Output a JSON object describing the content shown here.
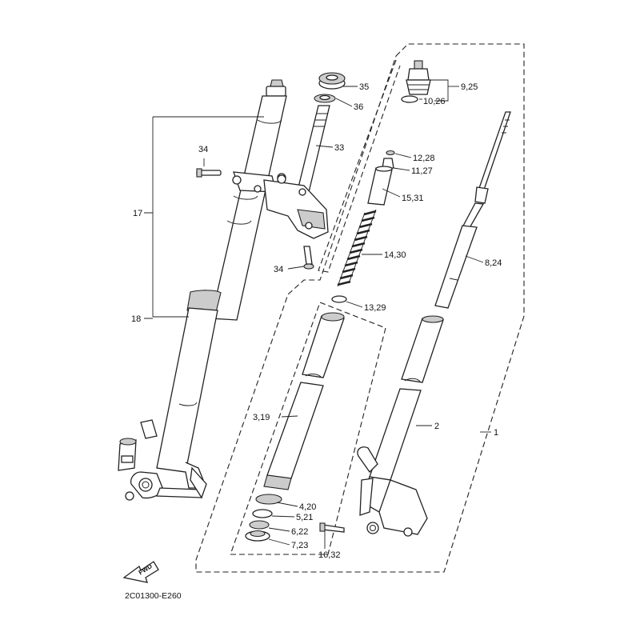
{
  "diagram_code": "2C01300-E260",
  "fwd_label": "FWD",
  "callouts": {
    "c1": "1",
    "c2": "2",
    "c3_19": "3,19",
    "c4_20": "4,20",
    "c5_21": "5,21",
    "c6_22": "6,22",
    "c7_23": "7,23",
    "c8_24": "8,24",
    "c9_25": "9,25",
    "c10_26": "10,26",
    "c11_27": "11,27",
    "c12_28": "12,28",
    "c13_29": "13,29",
    "c14_30": "14,30",
    "c15_31": "15,31",
    "c16_32": "16,32",
    "c17": "17",
    "c18": "18",
    "c33": "33",
    "c34_bolt_upper": "34",
    "c34_bolt_lower": "34",
    "c35": "35",
    "c36": "36"
  }
}
